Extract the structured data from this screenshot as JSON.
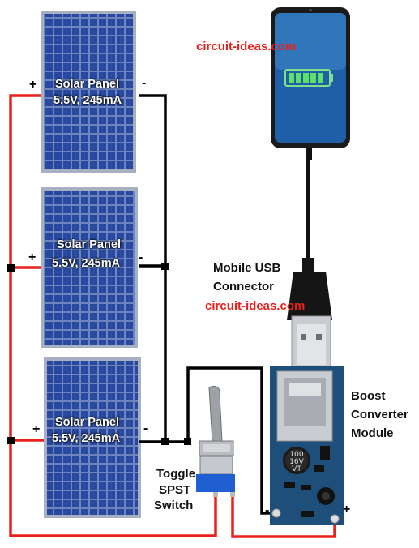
{
  "watermarks": {
    "top": "circuit-ideas.com",
    "middle": "circuit-ideas.com"
  },
  "panels": [
    {
      "line1": "Solar Panel",
      "line2": "5.5V, 245mA",
      "plus": "+",
      "minus": "-"
    },
    {
      "line1": "Solar Panel",
      "line2": "5.5V, 245mA",
      "plus": "+",
      "minus": "-"
    },
    {
      "line1": "Solar Panel",
      "line2": "5.5V, 245mA",
      "plus": "+",
      "minus": "-"
    }
  ],
  "usb_label": {
    "line1": "Mobile USB",
    "line2": "Connector"
  },
  "boost_label": {
    "line1": "Boost",
    "line2": "Converter",
    "line3": "Module"
  },
  "switch_label": {
    "line1": "Toggle",
    "line2": "SPST",
    "line3": "Switch"
  },
  "boost_terminals": {
    "minus": "-",
    "plus": "+"
  },
  "capacitor_text": {
    "line1": "100",
    "line2": "16V",
    "line3": "VT"
  },
  "colors": {
    "positive_wire": "#e8211c",
    "negative_wire": "#000000",
    "panel_cell": "#1f3c8c",
    "module_pcb": "#1e4e7a",
    "switch_body": "#1f5fd1"
  }
}
